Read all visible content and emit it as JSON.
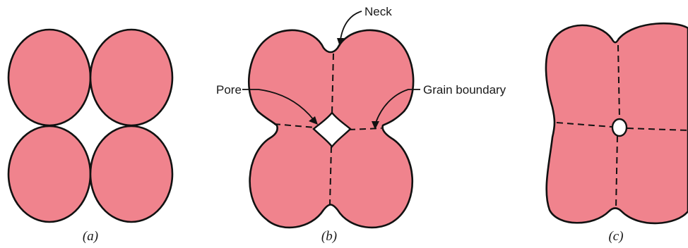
{
  "labels": {
    "neck": "Neck",
    "pore": "Pore",
    "grain_boundary": "Grain boundary"
  },
  "captions": {
    "a": "(a)",
    "b": "(b)",
    "c": "(c)"
  },
  "colors": {
    "grain_fill": "#f0838d",
    "outline": "#111111",
    "pore_fill": "#ffffff"
  }
}
